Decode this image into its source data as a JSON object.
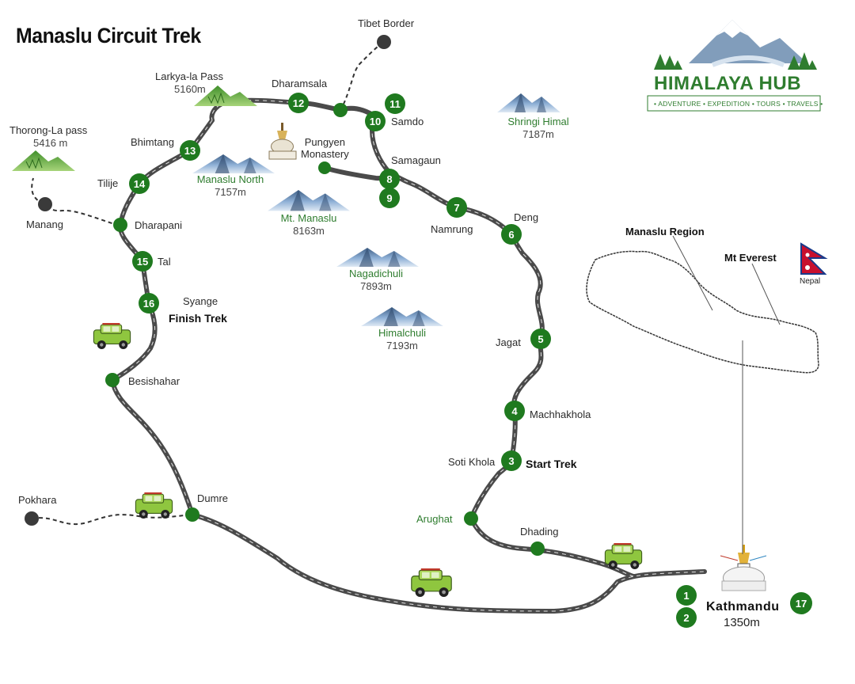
{
  "title": "Manaslu Circuit Trek",
  "logo": {
    "name": "HIMALAYA HUB",
    "tagline": "• ADVENTURE • EXPEDITION • TOURS • TRAVELS •"
  },
  "places": {
    "tibet_border": "Tibet Border",
    "larkya_pass": "Larkya-la Pass",
    "larkya_elev": "5160m",
    "dharamsala": "Dharamsala",
    "samdo": "Samdo",
    "thorong_pass": "Thorong-La pass",
    "thorong_elev": "5416 m",
    "bhimtang": "Bhimtang",
    "pungyen": "Pungyen\nMonastery",
    "samagaun": "Samagaun",
    "tilije": "Tilije",
    "manang": "Manang",
    "dharapani": "Dharapani",
    "namrung": "Namrung",
    "deng": "Deng",
    "tal": "Tal",
    "syange": "Syange",
    "finish_trek": "Finish Trek",
    "jagat": "Jagat",
    "besishahar": "Besishahar",
    "machhakhola": "Machhakhola",
    "soti_khola": "Soti Khola",
    "start_trek": "Start Trek",
    "pokhara": "Pokhara",
    "dumre": "Dumre",
    "arughat": "Arughat",
    "dhading": "Dhading",
    "kathmandu": "Kathmandu",
    "kathmandu_elev": "1350m"
  },
  "peaks": {
    "shringi_himal": "Shringi Himal",
    "shringi_elev": "7187m",
    "manaslu_north": "Manaslu North",
    "manaslu_north_elev": "7157m",
    "mt_manaslu": "Mt. Manaslu",
    "mt_manaslu_elev": "8163m",
    "nagadichuli": "Nagadichuli",
    "nagadichuli_elev": "7893m",
    "himalchuli": "Himalchuli",
    "himalchuli_elev": "7193m"
  },
  "stages": [
    "1",
    "2",
    "3",
    "4",
    "5",
    "6",
    "7",
    "8",
    "9",
    "10",
    "11",
    "12",
    "13",
    "14",
    "15",
    "16",
    "17"
  ],
  "inset": {
    "manaslu_region": "Manaslu Region",
    "mt_everest": "Mt Everest",
    "nepal": "Nepal"
  },
  "colors": {
    "road": "#4a4a4a",
    "stage_green": "#1f7a1f",
    "label_green": "#2f7d2f",
    "mountain_blue": "#4d6f96",
    "mountain_green": "#5aa83a",
    "jeep_green": "#8fc63f"
  }
}
